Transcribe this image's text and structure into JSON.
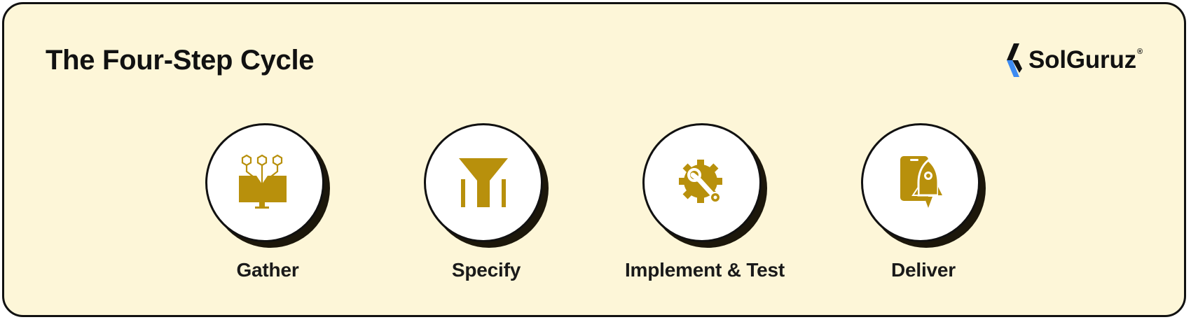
{
  "title": "The Four-Step Cycle",
  "logo": {
    "text": "SolGuruz",
    "registered": "®"
  },
  "colors": {
    "background": "#fdf6d8",
    "icon": "#b8900c",
    "border": "#111111",
    "logo_blue": "#3d8bf2"
  },
  "steps": [
    {
      "label": "Gather",
      "icon": "monitor-data-icon"
    },
    {
      "label": "Specify",
      "icon": "funnel-icon"
    },
    {
      "label": "Implement & Test",
      "icon": "gear-wrench-icon"
    },
    {
      "label": "Deliver",
      "icon": "phone-rocket-icon"
    }
  ]
}
